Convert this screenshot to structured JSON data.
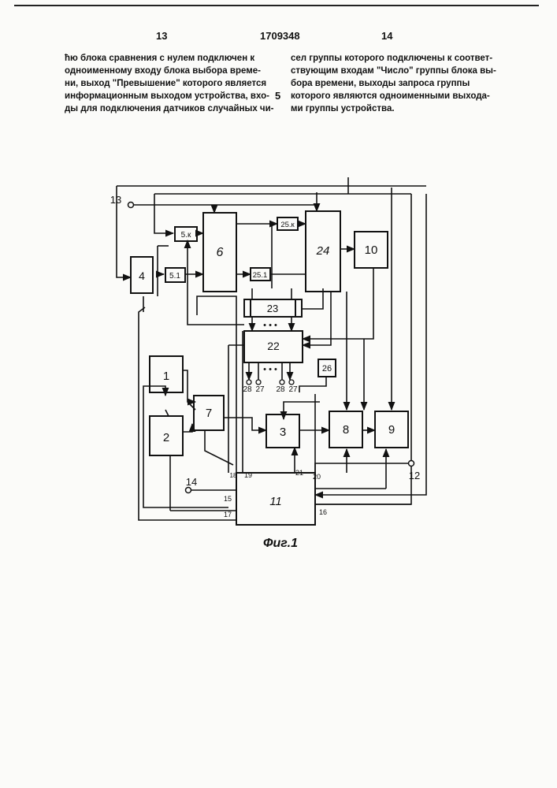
{
  "header": {
    "left_page": "13",
    "doc_number": "1709348",
    "right_page": "14",
    "line_number": "5"
  },
  "left_column": [
    "ћю блока сравнения с нулем подключен к",
    "одноименному входу блока выбора време-",
    "ни, выход \"Превышение\" которого является",
    "информационным выходом устройства, вхо-",
    "ды для подключения датчиков случайных чи-"
  ],
  "right_column": [
    "сел группы которого подключены к соответ-",
    "ствующим входам \"Число\" группы блока вы-",
    "бора времени, выходы запроса группы",
    "которого являются одноименными выхода-",
    "ми группы устройства."
  ],
  "diagram": {
    "blocks": {
      "b1": "1",
      "b2": "2",
      "b3": "3",
      "b4": "4",
      "b5k": "5.к",
      "b51": "5.1",
      "b6": "6",
      "b7": "7",
      "b8": "8",
      "b9": "9",
      "b10": "10",
      "b11": "11",
      "b22": "22",
      "b23": "23",
      "b24": "24",
      "b25k": "25.к",
      "b251": "25.1",
      "b26": "26"
    },
    "terminals": {
      "t12": "12",
      "t13": "13",
      "t14": "14",
      "in28a": "28",
      "in27a": "27",
      "in28b": "28",
      "in27b": "27"
    },
    "ports": {
      "p15": "15",
      "p16": "16",
      "p17": "17",
      "p18": "18",
      "p19": "19",
      "p20": "20",
      "p21": "21"
    },
    "dots": "• • •",
    "caption": "Фиг.1"
  }
}
